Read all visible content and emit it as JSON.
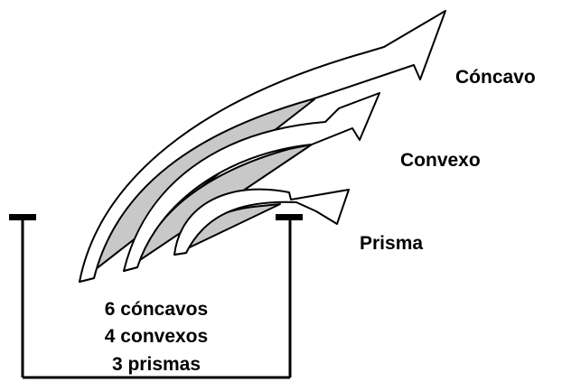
{
  "labels": {
    "concavo": "Cóncavo",
    "convexo": "Convexo",
    "prisma": "Prisma"
  },
  "counts": [
    "6 cóncavos",
    "4 convexos",
    "3 prismas"
  ],
  "colors": {
    "stroke": "#000000",
    "arrow_fill": "#ffffff",
    "arrow_shadow": "#c8c8c8"
  }
}
